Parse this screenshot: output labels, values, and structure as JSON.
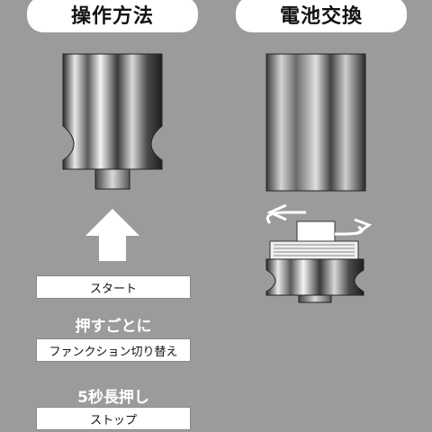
{
  "headers": {
    "left_title": "操作方法",
    "right_title": "電池交換"
  },
  "steps": {
    "start_label": "スタート",
    "press_caption": "押すごとに",
    "function_label": "ファンクション切り替え",
    "long_press_caption": "5秒長押し",
    "stop_label": "ストップ"
  },
  "icons": {
    "up_arrow": "up-arrow-icon",
    "rotate": "rotate-arrows-icon"
  },
  "colors": {
    "background": "#9b9b9b",
    "label_bg": "#ffffff"
  }
}
